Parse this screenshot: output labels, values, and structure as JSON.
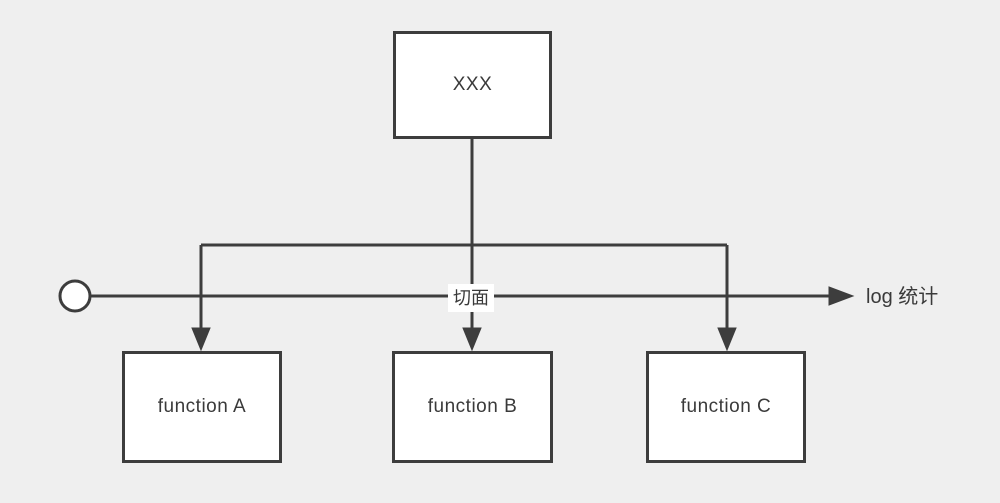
{
  "diagram": {
    "title_node": {
      "label": "XXX"
    },
    "function_nodes": [
      {
        "label": "function A"
      },
      {
        "label": "function B"
      },
      {
        "label": "function C"
      }
    ],
    "aspect_label": "切面",
    "annotation": "log 统计",
    "colors": {
      "background": "#efefef",
      "stroke": "#3d3d3d",
      "node_fill": "#ffffff",
      "text": "#3a3a3a"
    }
  }
}
